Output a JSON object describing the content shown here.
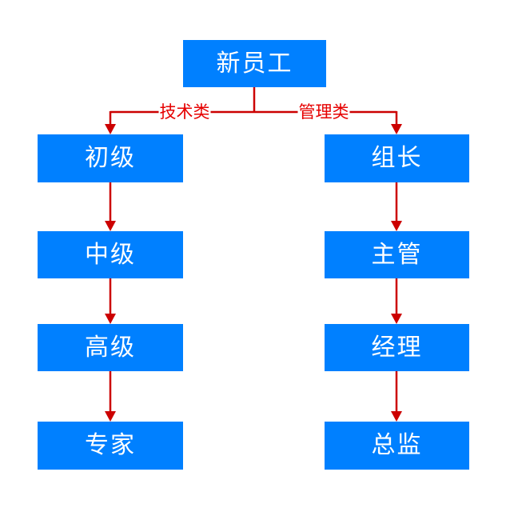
{
  "diagram": {
    "type": "flowchart",
    "root": {
      "label": "新员工"
    },
    "branches": [
      {
        "label": "技术类",
        "nodes": [
          "初级",
          "中级",
          "高级",
          "专家"
        ]
      },
      {
        "label": "管理类",
        "nodes": [
          "组长",
          "主管",
          "经理",
          "总监"
        ]
      }
    ],
    "colors": {
      "node_fill": "#0080ff",
      "node_text": "#ffffff",
      "connector": "#cc0000",
      "branch_label": "#e60000",
      "background": "#ffffff"
    }
  }
}
